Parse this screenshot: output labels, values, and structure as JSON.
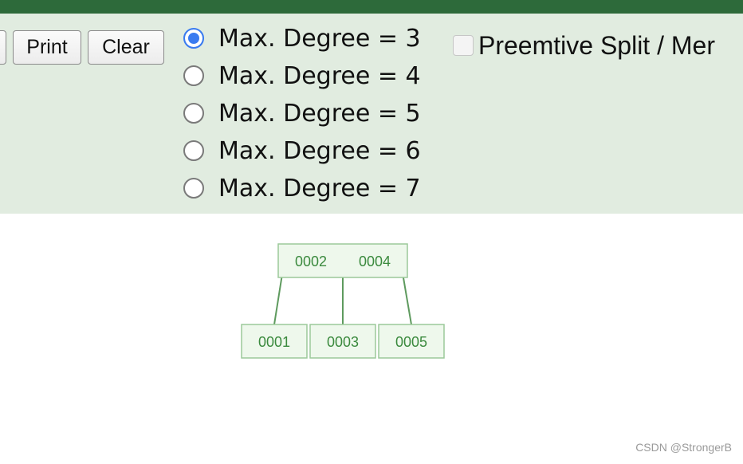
{
  "toolbar": {
    "buttons": {
      "print_label": "Print",
      "clear_label": "Clear"
    },
    "degree_options": [
      {
        "label": "Max. Degree = 3",
        "checked": true
      },
      {
        "label": "Max. Degree = 4",
        "checked": false
      },
      {
        "label": "Max. Degree = 5",
        "checked": false
      },
      {
        "label": "Max. Degree = 6",
        "checked": false
      },
      {
        "label": "Max. Degree = 7",
        "checked": false
      }
    ],
    "preemptive_checkbox": {
      "label": "Preemtive Split / Mer",
      "checked": false
    }
  },
  "tree": {
    "root": {
      "keys": [
        "0002",
        "0004"
      ]
    },
    "children": [
      {
        "keys": [
          "0001"
        ]
      },
      {
        "keys": [
          "0003"
        ]
      },
      {
        "keys": [
          "0005"
        ]
      }
    ]
  },
  "watermark": "CSDN @StrongerB",
  "colors": {
    "header_bar": "#2d6a3a",
    "toolbar_bg": "#e1ece0",
    "radio_selected": "#3a7bf0",
    "node_fill": "#eef8ec",
    "node_stroke": "#9cc99a",
    "node_text": "#3b8a3e",
    "edge": "#5e9a5e"
  }
}
